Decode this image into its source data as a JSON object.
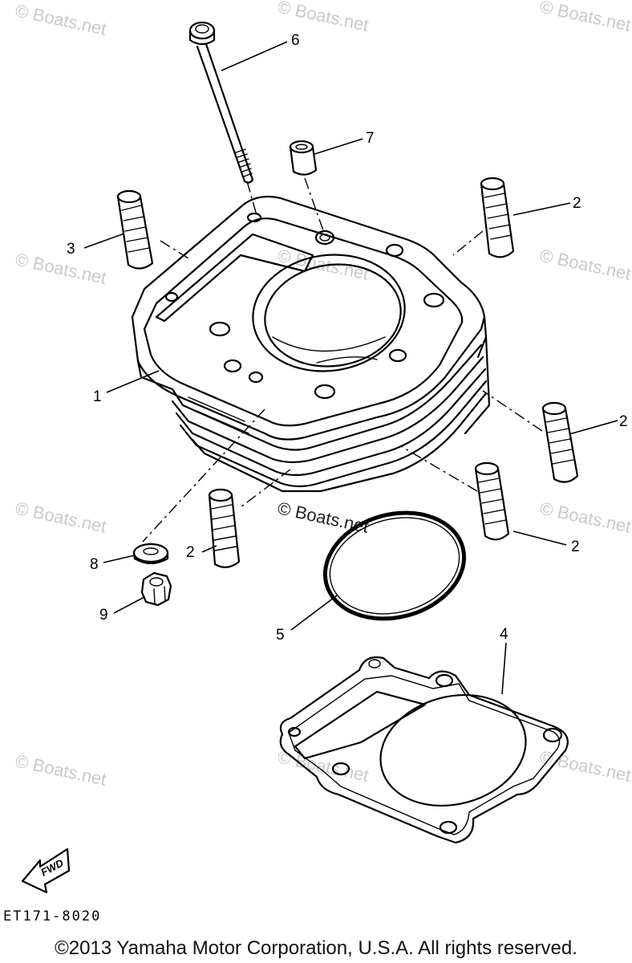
{
  "watermark": "© Boats.net",
  "callouts": [
    "1",
    "2",
    "3",
    "4",
    "5",
    "6",
    "7",
    "8",
    "9"
  ],
  "direction_label": "FWD",
  "diagram_code": "ET171-8020",
  "copyright": "©2013 Yamaha Motor Corporation, U.S.A. All rights reserved."
}
